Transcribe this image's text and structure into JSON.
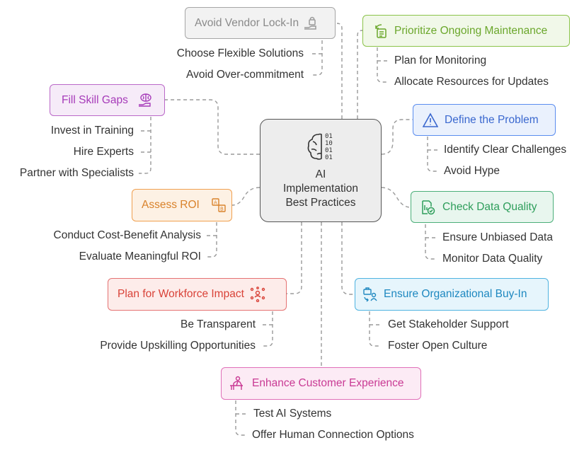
{
  "center": {
    "title_lines": [
      "AI",
      "Implementation",
      "Best Practices"
    ],
    "icon": "brain-binary-icon"
  },
  "branches": {
    "vendor": {
      "label": "Avoid Vendor Lock-In",
      "icon": "lock-hand-icon",
      "color": "#9e9e9e",
      "items": [
        "Choose Flexible Solutions",
        "Avoid Over-commitment"
      ]
    },
    "maintenance": {
      "label": "Prioritize Ongoing Maintenance",
      "icon": "refresh-document-icon",
      "color": "#7cb342",
      "items": [
        "Plan for Monitoring",
        "Allocate Resources for Updates"
      ]
    },
    "skills": {
      "label": "Fill Skill Gaps",
      "icon": "brain-hand-icon",
      "color": "#ab47bc",
      "items": [
        "Invest in Training",
        "Hire Experts",
        "Partner with Specialists"
      ]
    },
    "problem": {
      "label": "Define the Problem",
      "icon": "warning-triangle-icon",
      "color": "#3b6fd4",
      "items": [
        "Identify Clear Challenges",
        "Avoid Hype"
      ]
    },
    "roi": {
      "label": "Assess ROI",
      "icon": "ab-comparison-icon",
      "color": "#e08a2c",
      "items": [
        "Conduct Cost-Benefit Analysis",
        "Evaluate Meaningful ROI"
      ]
    },
    "data": {
      "label": "Check Data Quality",
      "icon": "document-check-icon",
      "color": "#2e9e5b",
      "items": [
        "Ensure Unbiased Data",
        "Monitor Data Quality"
      ]
    },
    "workforce": {
      "label": "Plan for Workforce Impact",
      "icon": "people-network-icon",
      "color": "#e0483e",
      "items": [
        "Be Transparent",
        "Provide Upskilling Opportunities"
      ]
    },
    "buyin": {
      "label": "Ensure Organizational Buy-In",
      "icon": "briefcase-people-icon",
      "color": "#1e90c8",
      "items": [
        "Get Stakeholder Support",
        "Foster Open Culture"
      ]
    },
    "customer": {
      "label": "Enhance Customer Experience",
      "icon": "person-desk-icon",
      "color": "#d0409a",
      "items": [
        "Test AI Systems",
        "Offer Human Connection Options"
      ]
    }
  }
}
